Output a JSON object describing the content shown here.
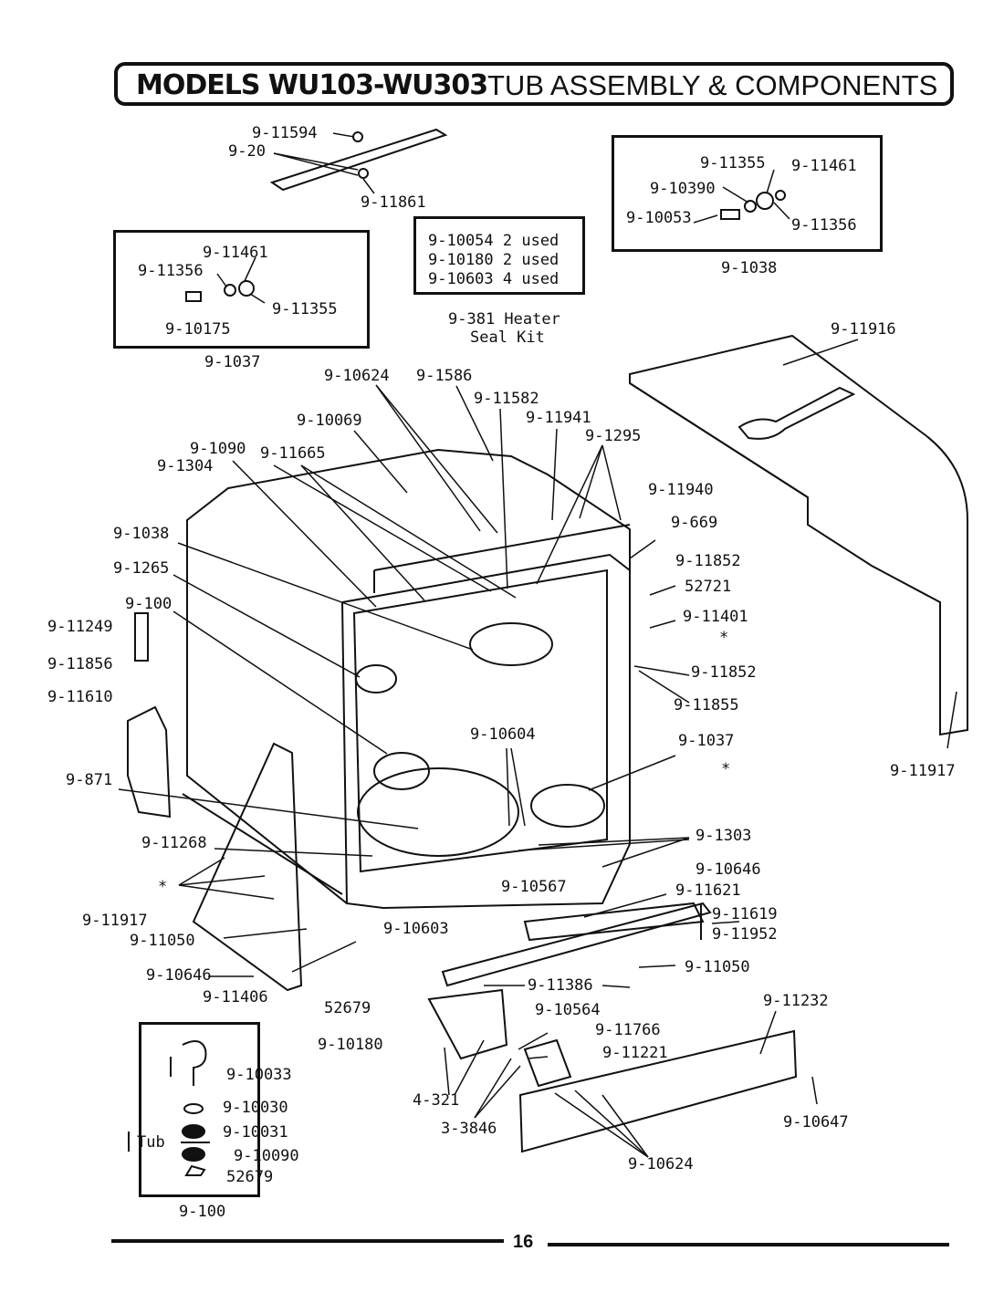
{
  "title": {
    "models": "MODELS WU103-WU303",
    "section": "TUB ASSEMBLY & COMPONENTS"
  },
  "page_number": "16",
  "box_labels": {
    "insert_9_1037": "9-1037",
    "insert_9_1038": "9-1038",
    "insert_9_100": "9-100"
  },
  "used_list": [
    "9-10054 2 used",
    "9-10180 2 used",
    "9-10603 4 used"
  ],
  "seal_kit": [
    "9-381 Heater",
    "Seal Kit"
  ],
  "tub_side_label": "Tub",
  "callouts": {
    "p9_11594": "9-11594",
    "p9_20": "9-20",
    "p9_11861": "9-11861",
    "b1_9_11461": "9-11461",
    "b1_9_11356": "9-11356",
    "b1_9_11355": "9-11355",
    "b1_9_10175": "9-10175",
    "b2_9_11355": "9-11355",
    "b2_9_11461": "9-11461",
    "b2_9_10390": "9-10390",
    "b2_9_10053": "9-10053",
    "b2_9_11356": "9-11356",
    "p9_11916": "9-11916",
    "p9_10624_top": "9-10624",
    "p9_1586": "9-1586",
    "p9_11582": "9-11582",
    "p9_10069": "9-10069",
    "p9_11941": "9-11941",
    "p9_1295": "9-1295",
    "p9_1090": "9-1090",
    "p9_11665": "9-11665",
    "p9_1304": "9-1304",
    "p9_11940": "9-11940",
    "p9_669": "9-669",
    "p9_1038_main": "9-1038",
    "p9_11852_a": "9-11852",
    "p52721": "52721",
    "p9_1265": "9-1265",
    "p9_11401": "9-11401",
    "p9_100_main": "9-100",
    "p9_11249": "9-11249",
    "star_a": "*",
    "p9_11852_b": "9-11852",
    "p9_11856": "9-11856",
    "p9_11610": "9-11610",
    "p9_11855": "9-11855",
    "p9_10604": "9-10604",
    "p9_1037_main": "9-1037",
    "star_b": "*",
    "p9_11917_right": "9-11917",
    "p9_871": "9-871",
    "p9_11268": "9-11268",
    "p9_1303": "9-1303",
    "star_c": "*",
    "p9_10646_right": "9-10646",
    "p9_10567": "9-10567",
    "p9_11621": "9-11621",
    "p9_11917_left": "9-11917",
    "p9_10603": "9-10603",
    "p9_11619": "9-11619",
    "p9_11952": "9-11952",
    "p9_11050_left": "9-11050",
    "p9_11050_right": "9-11050",
    "p9_10646_left": "9-10646",
    "p9_11406": "9-11406",
    "p52679_mid": "52679",
    "p9_11386": "9-11386",
    "p9_11232": "9-11232",
    "p9_10564": "9-10564",
    "p9_10180": "9-10180",
    "p9_11766": "9-11766",
    "p9_11221": "9-11221",
    "p4_321": "4-321",
    "p3_3846": "3-3846",
    "p9_10647": "9-10647",
    "p9_10624_bottom": "9-10624",
    "t9_10033": "9-10033",
    "t9_10030": "9-10030",
    "t9_10031": "9-10031",
    "t9_10090": "9-10090",
    "t52679": "52679"
  }
}
